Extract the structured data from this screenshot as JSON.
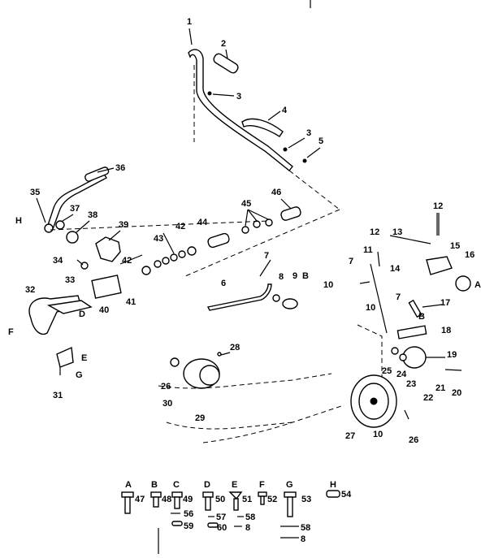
{
  "callouts": [
    "1",
    "2",
    "3",
    "4",
    "3",
    "5",
    "36",
    "35",
    "37",
    "38",
    "39",
    "12",
    "12",
    "13",
    "15",
    "16",
    "46",
    "45",
    "42",
    "44",
    "43",
    "42",
    "34",
    "33",
    "41",
    "40",
    "32",
    "7",
    "11",
    "14",
    "7",
    "8",
    "9",
    "B",
    "10",
    "6",
    "A",
    "7",
    "17",
    "10",
    "B",
    "18",
    "D",
    "F",
    "E",
    "G",
    "31",
    "28",
    "26",
    "30",
    "29",
    "19",
    "25",
    "24",
    "23",
    "22",
    "21",
    "20",
    "27",
    "10",
    "26",
    "H"
  ],
  "hardware_legend": {
    "keys": [
      "A",
      "B",
      "C",
      "D",
      "E",
      "F",
      "G",
      "H"
    ],
    "top_row": [
      "47",
      "48",
      "49",
      "50",
      "51",
      "52",
      "53",
      "54"
    ],
    "mid_row": [
      "56",
      "57",
      "58"
    ],
    "bottom_row": [
      "59",
      "60",
      "8",
      "58",
      "8"
    ]
  }
}
